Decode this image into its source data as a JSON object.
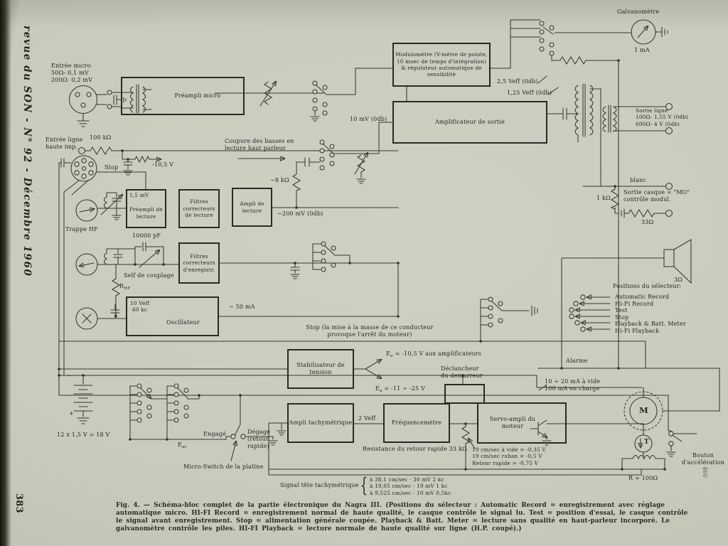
{
  "page": {
    "sidebar_text": "revue du SON - N° 92 - Décembre 1960",
    "page_number": "383",
    "edge_number": "460"
  },
  "caption": {
    "line1": "Fig. 4. — Schéma-bloc complet de la partie électronique du Nagra III. (Positions du sélecteur : Automatic Record = enregistrement avec réglage",
    "line2": "automatique micro. HI-FI Record = enregistrement normal de haute qualité, le casque contrôle le signal lu. Test = position d'essai, le casque contrôle",
    "line3": "le signal avant enregistrement. Stop = alimentation générale coupée. Playback & Batt. Meter = lecture sans qualité en haut-parleur incorporé. Le",
    "line4": "galvanomètre contrôle les piles. HI-FI Playback = lecture normale de haute qualité sur ligne (H.P. coupé).)"
  },
  "blocks": {
    "preampli_micro": "Préampli micro",
    "modulometre": "Modulomètre (V-mètre de pointe, 10 msec de temps d'intégration) & régulateur automatique de sensibilité",
    "ampli_sortie": "Amplificateur de sortie",
    "preampli_lecture": "Préampli de lecture",
    "preampli_lecture_level": "1,5 mV",
    "filtres_lecture": "Filtres correcteurs de lecture",
    "ampli_lecture": "Ampli de lecture",
    "filtres_enreg": "Filtres correcteurs d'enregistr.",
    "oscillateur": "Oscillateur",
    "oscillateur_level": "10 Veff\n60 kc",
    "stabilisateur": "Stabilisateur de tension",
    "ampli_tachy": "Ampli tachymétrique",
    "frequencemetre": "Fréquencemètre",
    "servo": "Servo-ampli du moteur",
    "declancheur": "Déclancheur\ndu demarreur"
  },
  "labels": {
    "entree_micro": "Entrée micro\n50Ω-  0,1 mV\n200Ω-  0,2 mV",
    "entree_ligne": "Entrée ligne\nhaute imp.",
    "r_100k": "100 kΩ",
    "stop_din": "Stop",
    "v_neg105": "-10,5 V",
    "coupure": "Coupure des basses en\nlecture haut parleur",
    "r_8k": "~8 kΩ",
    "mv_200": "~200 mV (0db)",
    "mv_10": "10 mV (0db)",
    "veff_25": "2,5 Veff (0db)",
    "veff_125": "1,25 Veff (0db)",
    "galvanometre": "Galvanomètre",
    "ma_1": "1 mA",
    "sortie_ligne": "Sortie ligne\n100Ω-  1,55 V (0db)\n600Ω-  4      V (0db)",
    "blanc": "blanc",
    "r_1k": "1 kΩ",
    "sortie_casque": "Sortie casque = \"MO\"\ncontrôle modul.",
    "r_33": "33Ω",
    "hp_3": "3Ω",
    "trappe_hf": "Trappe HF",
    "pf_10000": "10000 pF",
    "self_couplage": "Self de couplage",
    "r_hf_main": "R",
    "r_hf_sub": "HF",
    "ma_50": "~ 50 mA",
    "stop_note": "Stop (la mise à la masse de ce conducteur\nprovoque l'arrêt du moteur)",
    "eu_sym": "E",
    "eu_sub": "u",
    "eu_val": "= -10,5 V  aux amplificateurs",
    "ea_sym": "E",
    "ea_sub": "a",
    "ea_val": "= -11 ÷ -25 V",
    "alarme": "Alarme",
    "ma_vide": "10 ÷ 20 mA à vide\n100 mA en charge",
    "veff_2": "2 Veff",
    "resistance_retour": "Resistance du retour rapide 33 kΩ",
    "speeds": "19 cm/sec à vide  = -0,35 V\n19 cm/sec ruban = -0,5  V\nRetour rapide      = -0,75 V",
    "battery": "12 x 1,5 V  =  18 V",
    "minus": "−",
    "plus": "+",
    "engage": "Engagé",
    "degage": "Dégagé\n(retour\nrapide)",
    "ear_sym": "E",
    "ear_sub": "ar",
    "microswitch": "Micro-Switch de la platine",
    "signal_tete": "Signal tête tachymétrique",
    "brace": "{",
    "tachy_rows": "à 38,1    cm/sec  - 30 mV    2 kc\nà 19,05  cm/sec  - 19 mV    1 kc\nà  9,525 cm/sec  - 10 mV    0,5kc",
    "motor_m": "M",
    "motor_t": "T",
    "r_100": "R ≈ 100Ω",
    "bouton_acc": "Bouton\nd'accélération"
  },
  "selector": {
    "title": "Positions du sélecteur:",
    "items": [
      "Automatic Record",
      "Hi-Fi Record",
      "Test",
      "Stop",
      "Playback & Batt. Meter",
      "Hi-Fi Playback"
    ]
  },
  "colors": {
    "paper": "#c7cbbc",
    "ink": "#37372e"
  }
}
